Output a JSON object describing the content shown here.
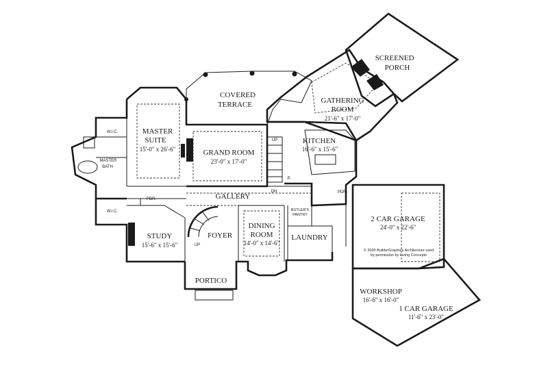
{
  "plan": {
    "rooms": {
      "screened_porch": {
        "line1": "SCREENED",
        "line2": "PORCH"
      },
      "covered_terrace": {
        "line1": "COVERED",
        "line2": "TERRACE"
      },
      "gathering_room": {
        "line1": "GATHERING",
        "line2": "ROOM",
        "size": "21'-6\" x 17'-0\""
      },
      "master_suite": {
        "line1": "MASTER",
        "line2": "SUITE",
        "size": "15'-0\" x 26'-6\""
      },
      "grand_room": {
        "name": "GRAND ROOM",
        "size": "23'-0\" x 17'-0\""
      },
      "kitchen": {
        "name": "KITCHEN",
        "size": "16'-6\" x 15'-6\""
      },
      "master_bath": {
        "line1": "MASTER",
        "line2": "BATH"
      },
      "wic_top": "W.I.C.",
      "wic_bottom": "W.I.C.",
      "pdr_left": "PDR.",
      "pdr_right": "PDR.",
      "gallery": "GALLERY",
      "butlers_pantry": {
        "line1": "BUTLER'S",
        "line2": "PANTRY"
      },
      "two_car_garage": {
        "name": "2 CAR GARAGE",
        "size": "24'-0\" x 22'-6\""
      },
      "study": {
        "name": "STUDY",
        "size": "15'-6\" x 15'-6\""
      },
      "foyer": "FOYER",
      "dining_room": {
        "line1": "DINING",
        "line2": "ROOM",
        "size": "14'-0\" x 14'-6\""
      },
      "laundry": "LAUNDRY",
      "portico": "PORTICO",
      "workshop": {
        "name": "WORKSHOP",
        "size": "16'-6\" x 16'-0\""
      },
      "one_car_garage": {
        "name": "1 CAR GARAGE",
        "size": "11'-6\" x 23'-0\""
      }
    },
    "markers": {
      "up_top": "UP",
      "dn": "DN",
      "up_foyer": "UP",
      "p": "P."
    },
    "copyright": {
      "line1": "© 2000 BuilderGraphics Architecture used",
      "line2": "by permission by Living Concepts"
    }
  }
}
